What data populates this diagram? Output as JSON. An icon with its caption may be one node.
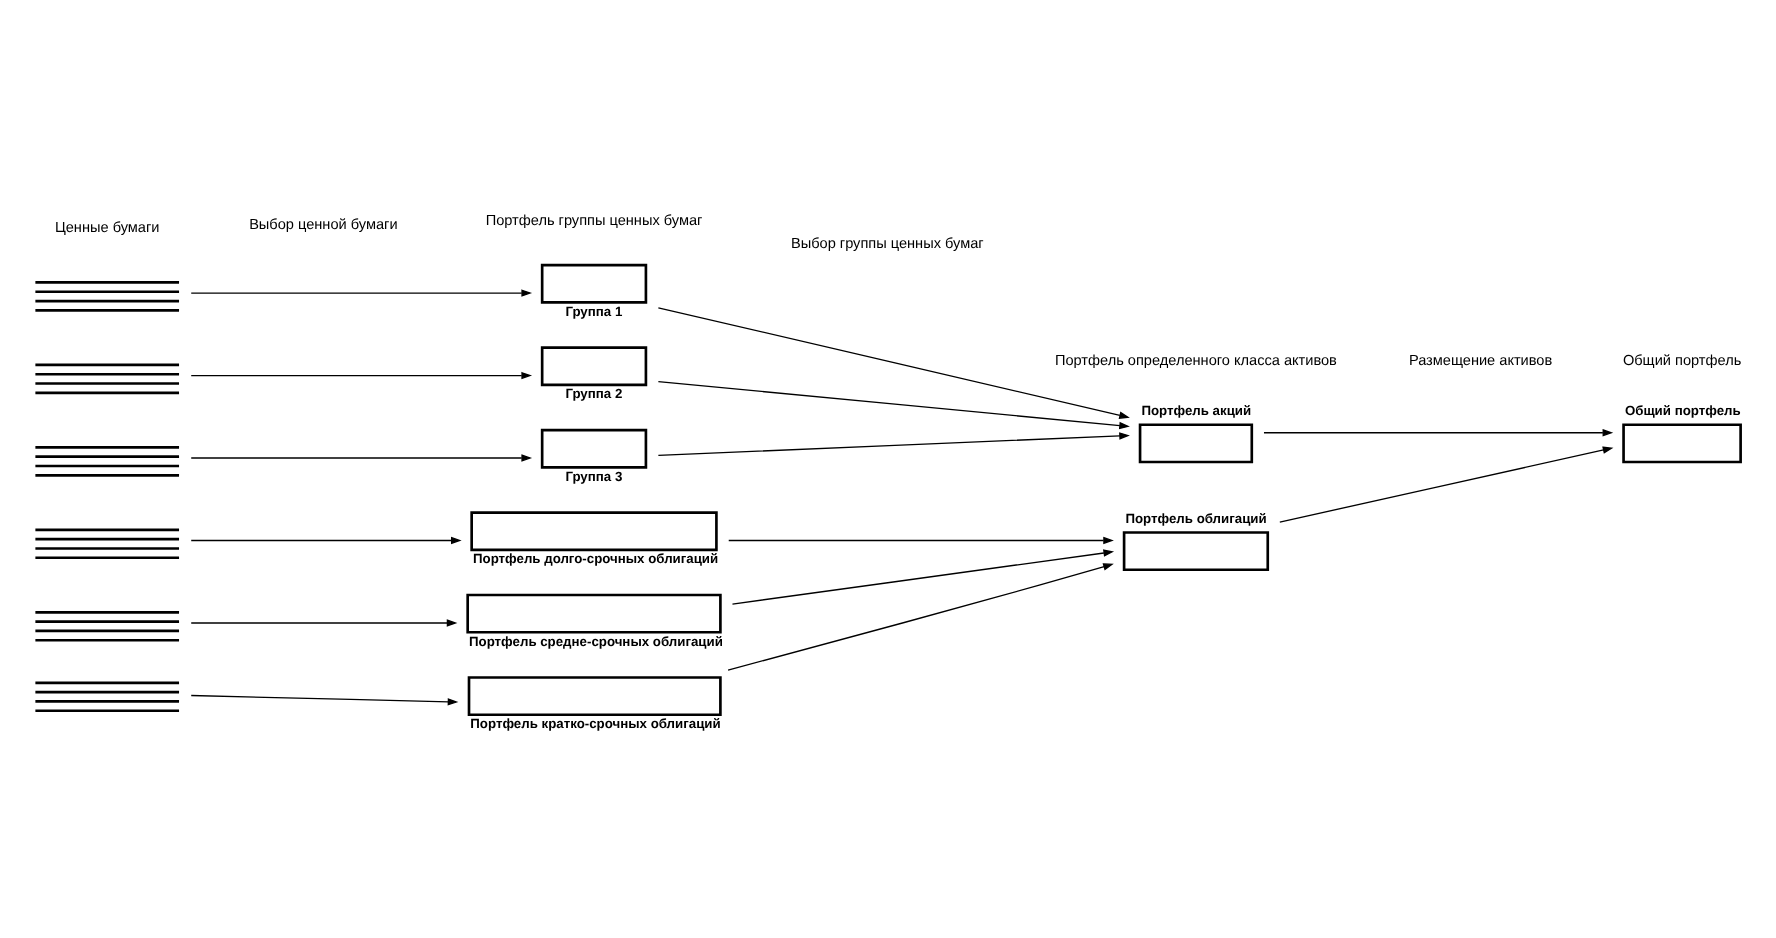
{
  "diagram": {
    "nodes": [
      {
        "text": [],
        "shape": "bar"
      },
      {
        "text": [],
        "shape": "bar"
      },
      {
        "text": [],
        "shape": "bar"
      },
      {
        "text": [],
        "shape": "bar"
      },
      {
        "text": [],
        "shape": "bar"
      },
      {
        "text": [],
        "shape": "bar"
      },
      {
        "text": [
          "Группа 1"
        ]
      },
      {
        "text": [
          "Группа 2"
        ]
      },
      {
        "text": [
          "Группа 3"
        ]
      },
      {
        "text": [
          "Портфель долго-срочных облигаций"
        ]
      },
      {
        "text": [
          "Портфель средне-срочных облигаций"
        ]
      },
      {
        "text": [
          "Портфель кратко-срочных облигаций"
        ]
      },
      {
        "text": [
          "Портфель акций"
        ]
      },
      {
        "text": [
          "Портфель облигаций"
        ]
      },
      {
        "text": [
          "Общий портфель"
        ]
      }
    ],
    "edges": [
      {
        "from": 0,
        "to": 6,
        "arrow": "to"
      },
      {
        "from": 1,
        "to": 7,
        "arrow": "to"
      },
      {
        "from": 2,
        "to": 8,
        "arrow": "to"
      },
      {
        "from": 3,
        "to": 9,
        "arrow": "to"
      },
      {
        "from": 4,
        "to": 10,
        "arrow": "to"
      },
      {
        "from": 5,
        "to": 11,
        "arrow": "to"
      },
      {
        "from": 6,
        "to": 12,
        "arrow": "to"
      },
      {
        "from": 7,
        "to": 12,
        "arrow": "to"
      },
      {
        "from": 8,
        "to": 12,
        "arrow": "to"
      },
      {
        "from": 9,
        "to": 13,
        "arrow": "to"
      },
      {
        "from": 10,
        "to": 13,
        "arrow": "to"
      },
      {
        "from": 11,
        "to": 13,
        "arrow": "to"
      },
      {
        "from": 12,
        "to": 14,
        "arrow": "to"
      },
      {
        "from": 13,
        "to": 14,
        "arrow": "to"
      }
    ],
    "labels": [
      "Ценные бумаги",
      "Выбор ценной бумаги",
      "Портфель группы ценных бумаг",
      "Выбор группы ценных бумаг",
      "Портфель определенного класса активов",
      "Размещение активов",
      "Общий портфель"
    ]
  }
}
